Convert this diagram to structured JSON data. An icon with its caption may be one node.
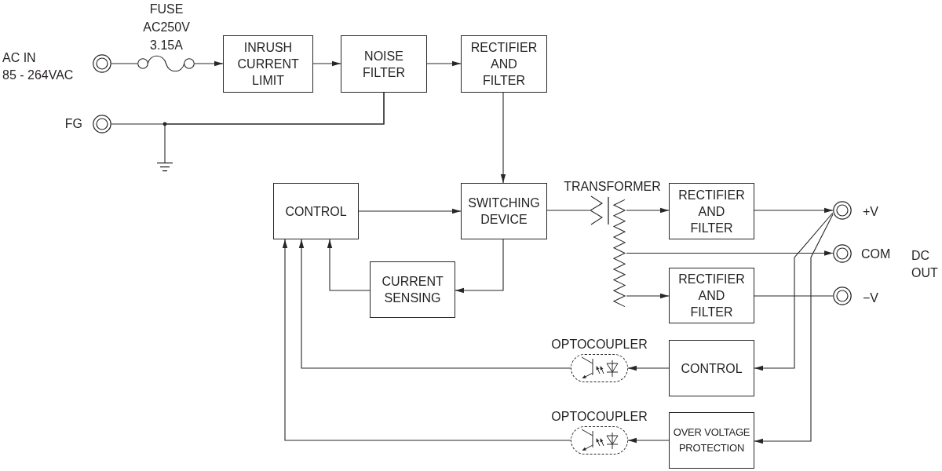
{
  "diagram": {
    "nodes": [
      {
        "text": [],
        "shape": "circle",
        "beside": [
          "AC IN",
          "85 - 264VAC"
        ]
      },
      {
        "text": [],
        "shape": "picture",
        "beside": [
          "FUSE",
          "AC250V",
          "3.15A"
        ]
      },
      {
        "text": [
          "INRUSH CURRENT LIMIT"
        ]
      },
      {
        "text": [
          "NOISE FILTER"
        ]
      },
      {
        "text": [
          "RECTIFIER AND FILTER"
        ]
      },
      {
        "text": [],
        "shape": "circle",
        "beside": [
          "FG"
        ]
      },
      {
        "text": [],
        "shape": "picture"
      },
      {
        "text": [
          "CONTROL"
        ]
      },
      {
        "text": [
          "SWITCHING DEVICE"
        ]
      },
      {
        "text": [],
        "shape": "picture",
        "beside": [
          "TRANSFORMER"
        ]
      },
      {
        "text": [
          "RECTIFIER AND FILTER"
        ]
      },
      {
        "text": [],
        "shape": "circle",
        "beside": [
          "+V"
        ]
      },
      {
        "text": [],
        "shape": "circle",
        "beside": [
          "COM"
        ]
      },
      {
        "text": [
          "CURRENT SENSING"
        ]
      },
      {
        "text": [
          "RECTIFIER AND FILTER"
        ]
      },
      {
        "text": [],
        "shape": "circle",
        "beside": [
          "−V"
        ]
      },
      {
        "text": [
          "OPTOCOUPLER"
        ]
      },
      {
        "text": [
          "CONTROL"
        ]
      },
      {
        "text": [
          "OPTOCOUPLER"
        ]
      },
      {
        "text": [
          "OVER VOLTAGE PROTECTION"
        ]
      }
    ],
    "edges": [
      {
        "from": 0,
        "to": 1,
        "arrow": "none"
      },
      {
        "from": 1,
        "to": 2,
        "arrow": "to"
      },
      {
        "from": 2,
        "to": 3,
        "arrow": "to"
      },
      {
        "from": 3,
        "to": 4,
        "arrow": "to"
      },
      {
        "from": 3,
        "to": 5,
        "arrow": "none"
      },
      {
        "from": 3,
        "to": 6,
        "arrow": "none"
      },
      {
        "from": 4,
        "to": 8,
        "arrow": "to"
      },
      {
        "from": 7,
        "to": 8,
        "arrow": "to"
      },
      {
        "from": 8,
        "to": 13,
        "arrow": "to"
      },
      {
        "from": 13,
        "to": 7,
        "arrow": "to"
      },
      {
        "from": 8,
        "to": 9,
        "arrow": "none"
      },
      {
        "from": 9,
        "to": 10,
        "arrow": "to"
      },
      {
        "from": 9,
        "to": 12,
        "arrow": "to"
      },
      {
        "from": 9,
        "to": 14,
        "arrow": "to"
      },
      {
        "from": 10,
        "to": 11,
        "arrow": "to"
      },
      {
        "from": 14,
        "to": 15,
        "arrow": "none"
      },
      {
        "from": 11,
        "to": 17,
        "arrow": "to"
      },
      {
        "from": 11,
        "to": 19,
        "arrow": "to"
      },
      {
        "from": 17,
        "to": 16,
        "arrow": "to"
      },
      {
        "from": 16,
        "to": 7,
        "arrow": "to"
      },
      {
        "from": 19,
        "to": 18,
        "arrow": "to"
      },
      {
        "from": 18,
        "to": 7,
        "arrow": "to"
      }
    ],
    "labels": [
      "DC OUT"
    ]
  }
}
